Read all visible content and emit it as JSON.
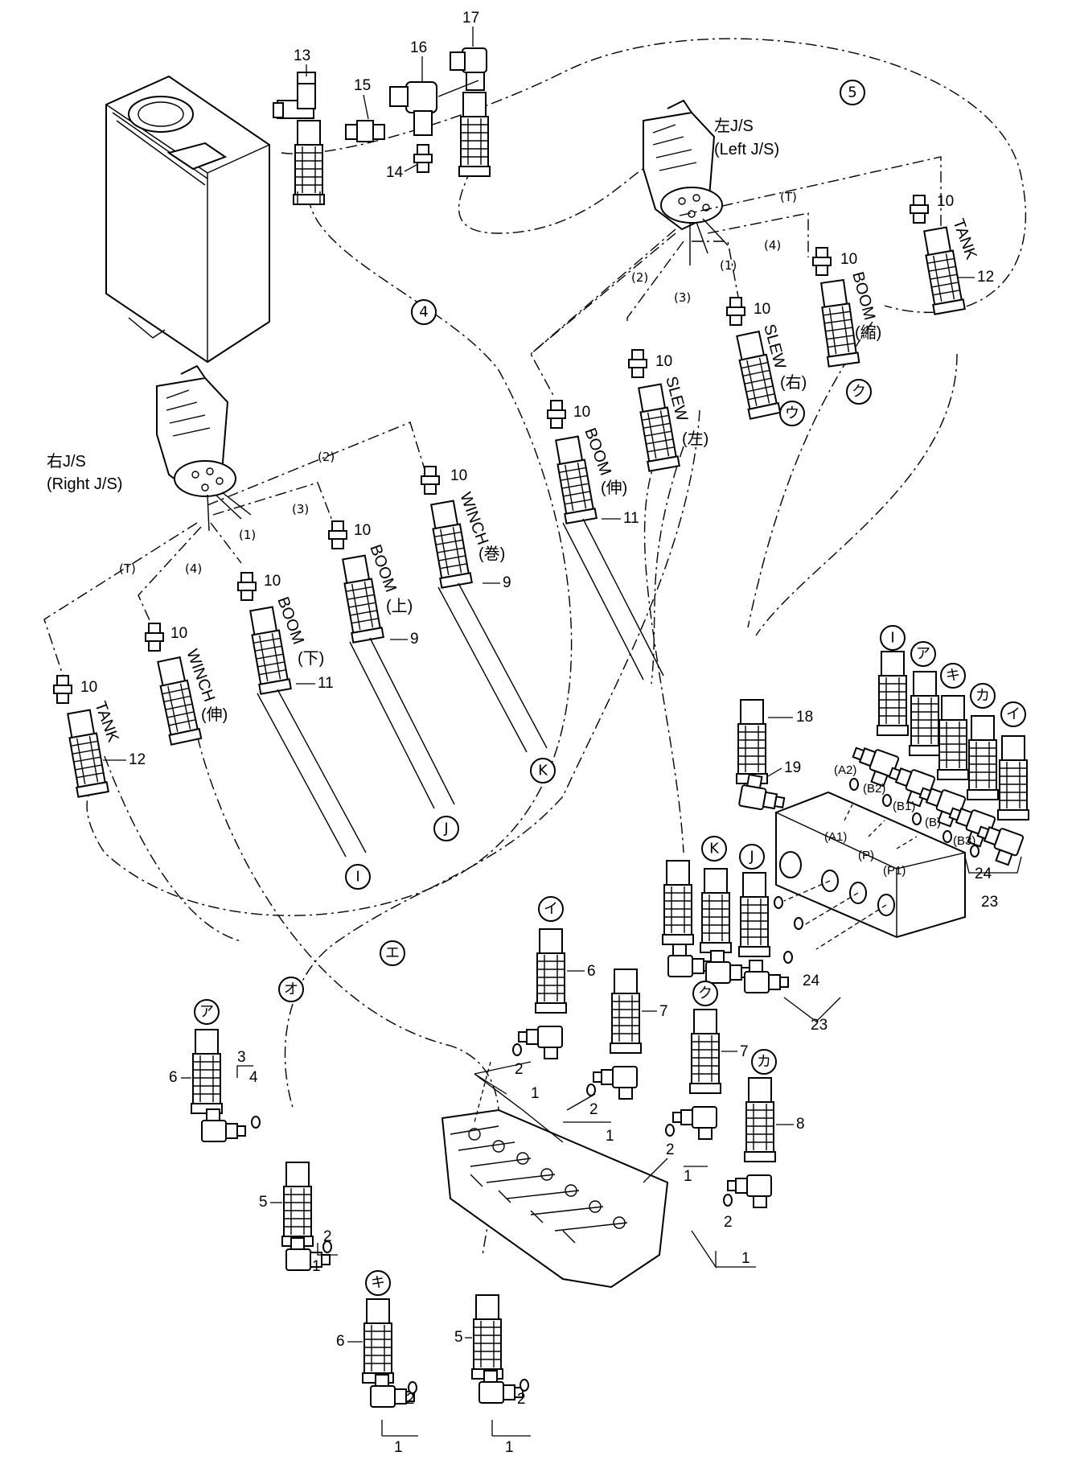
{
  "joysticks": {
    "left": {
      "label_jp": "左J/S",
      "label_en": "(Left J/S)"
    },
    "right": {
      "label_jp": "右J/S",
      "label_en": "(Right J/S)"
    }
  },
  "line_markers": {
    "T": "(T)",
    "l1": "(1)",
    "l2": "(2)",
    "l3": "(3)",
    "l4": "(4)"
  },
  "hose_labels": {
    "tank": "TANK",
    "boom": "BOOM",
    "slew": "SLEW",
    "winch": "WINCH",
    "shrink": "(縮)",
    "right": "(右)",
    "left": "(左)",
    "extend": "(伸)",
    "down": "(下)",
    "up": "(上)",
    "wind": "(巻)"
  },
  "circle_markers": {
    "c4": "4",
    "c5": "5",
    "ku": "ク",
    "u": "ウ",
    "I": "I",
    "J": "J",
    "K": "K",
    "a": "ア",
    "ki": "キ",
    "ka": "カ",
    "i": "イ",
    "e": "エ",
    "o": "オ"
  },
  "block_ports": {
    "A2": "(A2)",
    "B2": "(B2)",
    "B1": "(B1)",
    "B": "(B)",
    "B3": "(B3)",
    "A1": "(A1)",
    "P": "(P)",
    "P1": "(P1)"
  },
  "part_numbers": {
    "n1": "1",
    "n2": "2",
    "n3": "3",
    "n4": "4",
    "n5": "5",
    "n6": "6",
    "n7": "7",
    "n8": "8",
    "n9": "9",
    "n10": "10",
    "n11": "11",
    "n12": "12",
    "n13": "13",
    "n14": "14",
    "n15": "15",
    "n16": "16",
    "n17": "17",
    "n18": "18",
    "n19": "19",
    "n23": "23",
    "n24": "24"
  }
}
